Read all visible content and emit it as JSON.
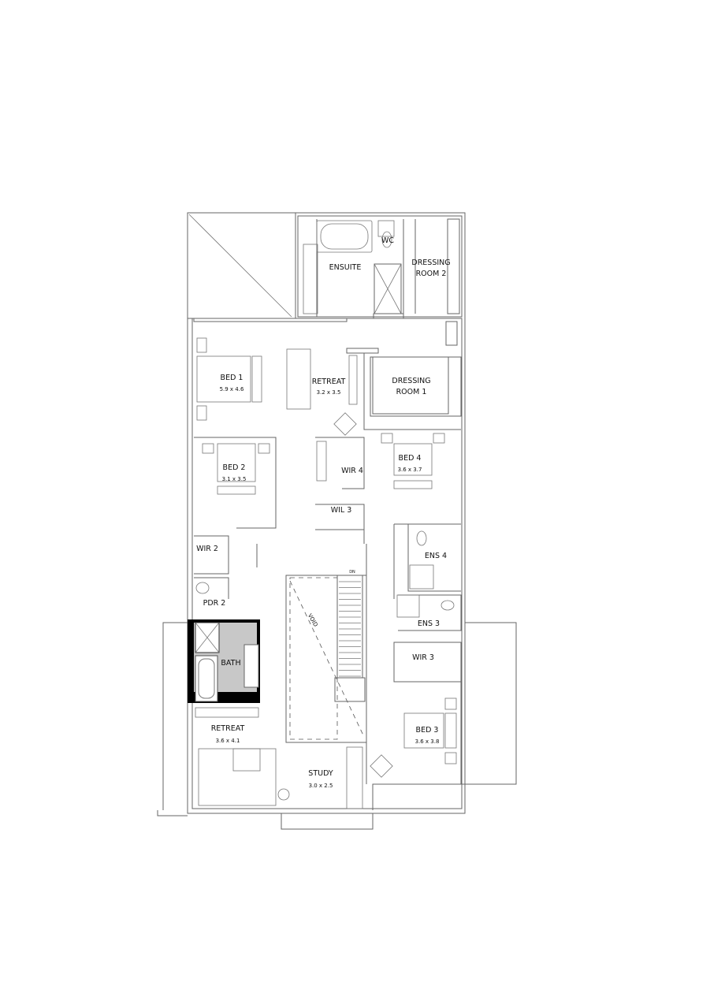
{
  "plan": {
    "stair_label": "DN",
    "void_label": "VOID",
    "rooms": [
      {
        "name": "ENSUITE"
      },
      {
        "name": "WC"
      },
      {
        "name": "DRESSING",
        "name2": "ROOM 2"
      },
      {
        "name": "BED 1",
        "size": "5.9 x 4.6"
      },
      {
        "name": "RETREAT",
        "size": "3.2 x 3.5"
      },
      {
        "name": "DRESSING",
        "name2": "ROOM 1"
      },
      {
        "name": "BED 2",
        "size": "3.1 x 3.5"
      },
      {
        "name": "BED 4",
        "size": "3.6 x 3.7"
      },
      {
        "name": "WIR 4"
      },
      {
        "name": "WIL 3"
      },
      {
        "name": "WIR 2"
      },
      {
        "name": "ENS 4"
      },
      {
        "name": "PDR 2"
      },
      {
        "name": "ENS 3"
      },
      {
        "name": "BATH"
      },
      {
        "name": "WIR 3"
      },
      {
        "name": "RETREAT",
        "size": "3.6 x 4.1"
      },
      {
        "name": "BED 3",
        "size": "3.6 x 3.8"
      },
      {
        "name": "STUDY",
        "size": "3.0 x 2.5"
      }
    ],
    "colors": {
      "bath_fill": "#c8c8c8",
      "wall_solid": "#000000"
    }
  }
}
